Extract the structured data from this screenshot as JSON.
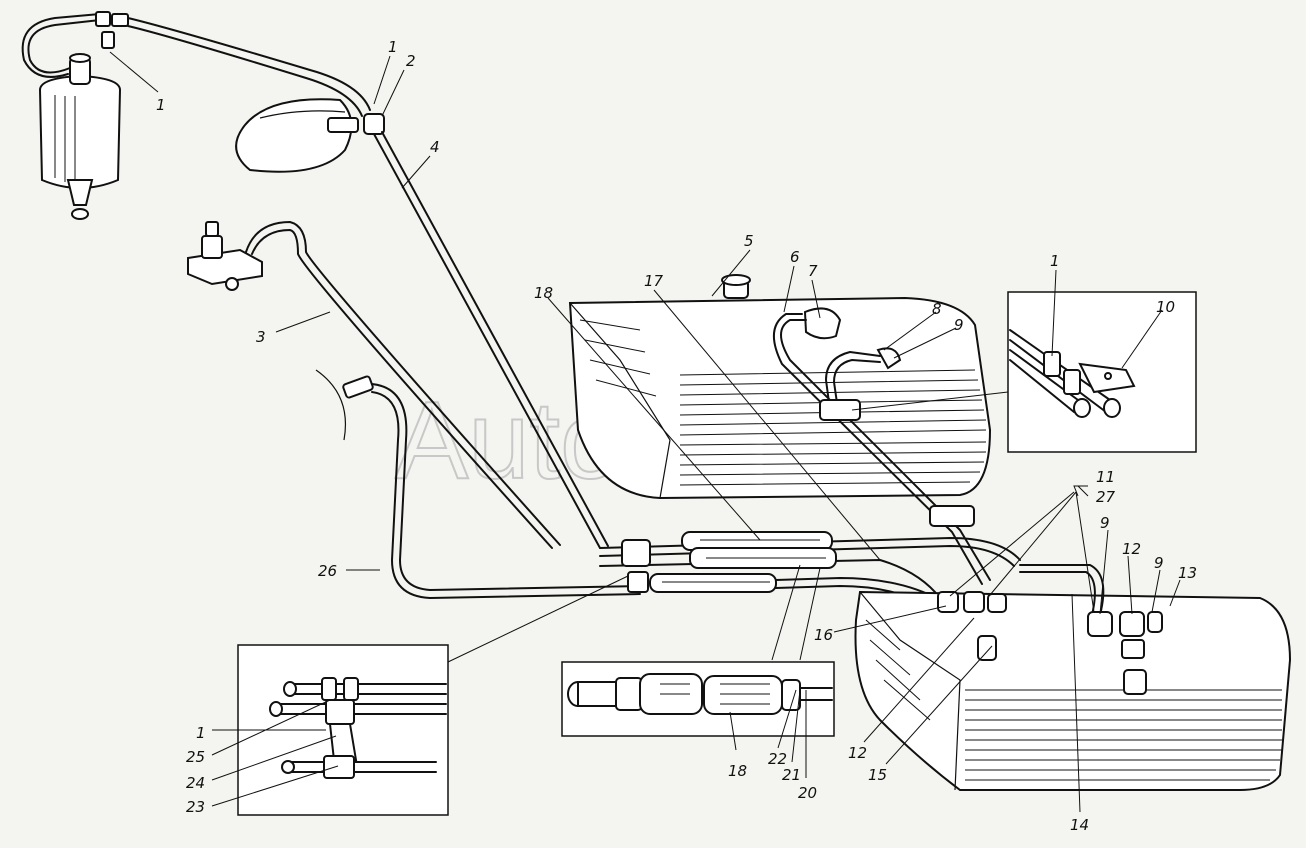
{
  "watermark": "AutoSoft",
  "callouts": {
    "c1_filter": "1",
    "c1_top": "1",
    "c2": "2",
    "c3": "3",
    "c4": "4",
    "c5": "5",
    "c6": "6",
    "c7": "7",
    "c8": "8",
    "c9_tank1": "9",
    "c1_inset_right": "1",
    "c10": "10",
    "c17": "17",
    "c18_tank": "18",
    "c11": "11",
    "c27": "27",
    "c9_a": "9",
    "c12_top": "12",
    "c9_b": "9",
    "c13": "13",
    "c26": "26",
    "c16": "16",
    "c12_bottom": "12",
    "c15": "15",
    "c14": "14",
    "c1_inset_left": "1",
    "c25": "25",
    "c24": "24",
    "c23": "23",
    "c18_inset": "18",
    "c22": "22",
    "c21": "21",
    "c20": "20"
  }
}
